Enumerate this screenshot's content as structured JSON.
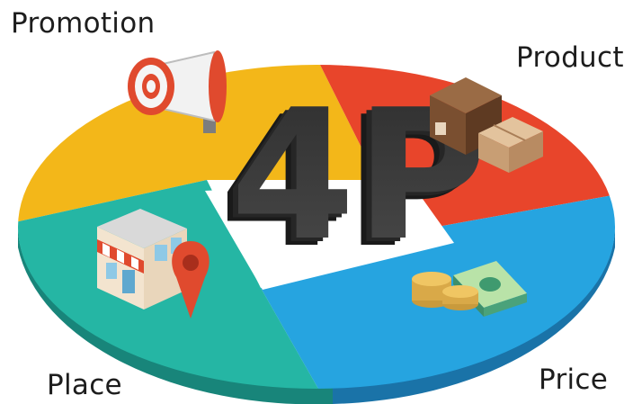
{
  "center_title": "4P",
  "segments": [
    {
      "key": "promotion",
      "label": "Promotion",
      "color": "#f3b719",
      "side_color": "#c8911a",
      "icon": "megaphone-icon"
    },
    {
      "key": "product",
      "label": "Product",
      "color": "#e8452b",
      "side_color": "#b3301e",
      "icon": "boxes-icon"
    },
    {
      "key": "price",
      "label": "Price",
      "color": "#26a4e0",
      "side_color": "#1a73a8",
      "icon": "money-icon"
    },
    {
      "key": "place",
      "label": "Place",
      "color": "#25b6a4",
      "side_color": "#18857a",
      "icon": "store-location-icon"
    }
  ]
}
